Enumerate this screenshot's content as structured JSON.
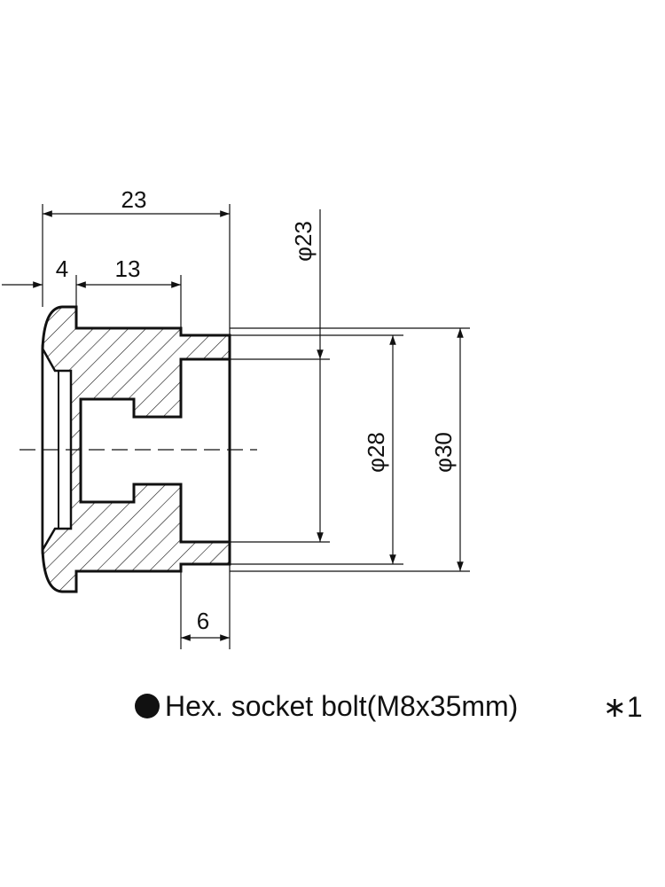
{
  "colors": {
    "ink": "#111111",
    "background": "#ffffff"
  },
  "dimensions": {
    "total_length": "23",
    "flange_width": "4",
    "middle_length": "13",
    "bore_depth": "6",
    "dia_inner": "φ23",
    "dia_mid": "φ28",
    "dia_outer": "φ30"
  },
  "caption": {
    "bullet_icon": "filled-circle",
    "text": "Hex. socket bolt(M8x35mm)",
    "note": "∗1"
  }
}
